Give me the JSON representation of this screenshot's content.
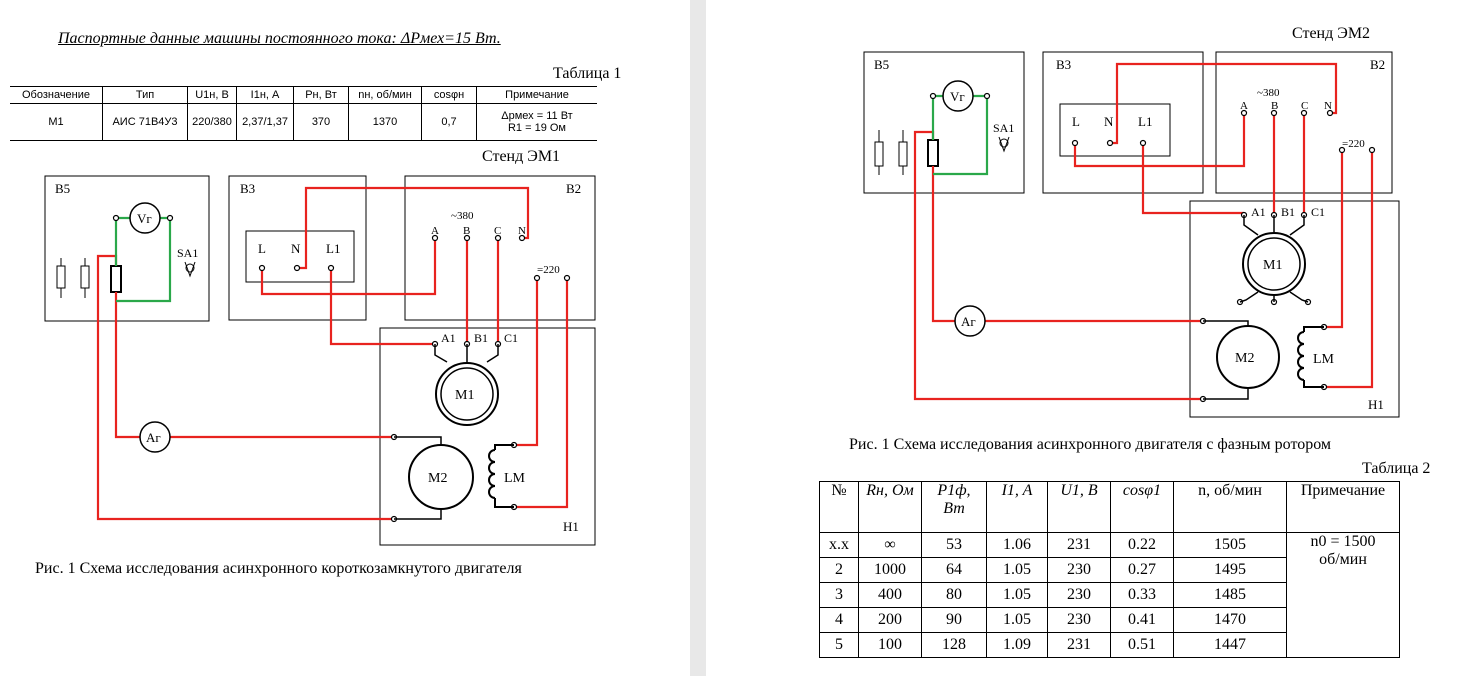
{
  "left_page": {
    "heading": "Паспортные данные машины постоянного тока:  ΔPмех=15 Вт.",
    "table_label": "Таблица 1",
    "table": {
      "headers": [
        "Обозначение",
        "Тип",
        "U1н, В",
        "I1н, А",
        "Рн, Вт",
        "nн, об/мин",
        "cosφн",
        "Примечание"
      ],
      "row": [
        "М1",
        "АИС 71В4У3",
        "220/380",
        "2,37/1,37",
        "370",
        "1370",
        "0,7"
      ],
      "note_lines": [
        "Δрмех = 11 Вт",
        "R1 = 19 Ом"
      ]
    },
    "stand_label": "Стенд ЭМ1",
    "diagram": {
      "blocks": [
        "В5",
        "В3",
        "В2",
        "Н1"
      ],
      "terminals_b3": [
        "L",
        "N",
        "L1"
      ],
      "terminals_b2": [
        "A",
        "B",
        "C",
        "N"
      ],
      "voltage_ac": "~380",
      "voltage_dc": "=220",
      "motor_terminals": [
        "A1",
        "B1",
        "C1"
      ],
      "devices": [
        "Vг",
        "Aг",
        "SA1",
        "M1",
        "M2",
        "LM"
      ]
    },
    "caption": "Рис. 1 Схема исследования асинхронного короткозамкнутого двигателя"
  },
  "right_page": {
    "stand_label": "Стенд ЭМ2",
    "diagram": {
      "blocks": [
        "В5",
        "В3",
        "В2",
        "Н1"
      ],
      "terminals_b3": [
        "L",
        "N",
        "L1"
      ],
      "terminals_b2": [
        "A",
        "B",
        "C",
        "N"
      ],
      "voltage_ac": "~380",
      "voltage_dc": "=220",
      "motor_terminals": [
        "A1",
        "B1",
        "C1"
      ],
      "devices": [
        "Vг",
        "Aг",
        "SA1",
        "M1",
        "M2",
        "LM"
      ]
    },
    "caption": "Рис. 1 Схема исследования асинхронного двигателя с фазным ротором",
    "table_label": "Таблица 2",
    "table": {
      "headers": [
        "№",
        "Rн, Ом",
        "P1ф, Вт",
        "I1, A",
        "U1, B",
        "cosφ1",
        "n, об/мин",
        "Примечание"
      ],
      "rows": [
        [
          "x.x",
          "∞",
          "53",
          "1.06",
          "231",
          "0.22",
          "1505"
        ],
        [
          "2",
          "1000",
          "64",
          "1.05",
          "230",
          "0.27",
          "1495"
        ],
        [
          "3",
          "400",
          "80",
          "1.05",
          "230",
          "0.33",
          "1485"
        ],
        [
          "4",
          "200",
          "90",
          "1.05",
          "230",
          "0.41",
          "1470"
        ],
        [
          "5",
          "100",
          "128",
          "1.09",
          "231",
          "0.51",
          "1447"
        ]
      ],
      "note_lines": [
        "n0 = 1500",
        "об/мин"
      ]
    }
  },
  "colors": {
    "wire_red": "#e8231f",
    "wire_green": "#2aa84a",
    "border": "#000000"
  }
}
